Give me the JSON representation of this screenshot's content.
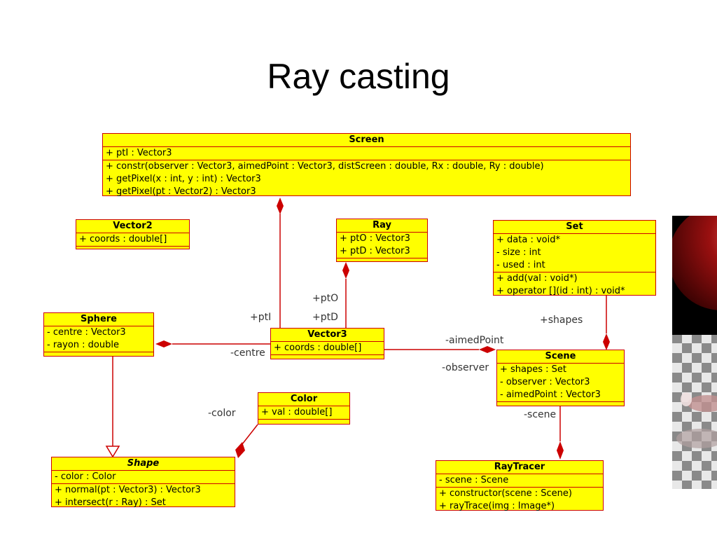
{
  "title": "Ray casting",
  "classes": {
    "screen": {
      "name": "Screen",
      "attrs": [
        "+ ptI : Vector3"
      ],
      "ops": [
        "+ constr(observer : Vector3, aimedPoint : Vector3, distScreen : double, Rx : double, Ry : double)",
        "+ getPixel(x : int, y : int) : Vector3",
        "+ getPixel(pt : Vector2) : Vector3"
      ]
    },
    "vector2": {
      "name": "Vector2",
      "attrs": [
        "+ coords : double[]"
      ],
      "ops": []
    },
    "ray": {
      "name": "Ray",
      "attrs": [
        "+ ptO : Vector3",
        "+ ptD : Vector3"
      ],
      "ops": []
    },
    "set": {
      "name": "Set",
      "attrs": [
        "+ data : void*",
        "- size : int",
        "- used : int"
      ],
      "ops": [
        "+ add(val : void*)",
        "+ operator [](id : int) : void*"
      ]
    },
    "sphere": {
      "name": "Sphere",
      "attrs": [
        "- centre : Vector3",
        "- rayon : double"
      ],
      "ops": []
    },
    "vector3": {
      "name": "Vector3",
      "attrs": [
        "+ coords : double[]"
      ],
      "ops": []
    },
    "scene": {
      "name": "Scene",
      "attrs": [
        "+ shapes : Set",
        "- observer : Vector3",
        "- aimedPoint : Vector3"
      ],
      "ops": []
    },
    "color": {
      "name": "Color",
      "attrs": [
        "+ val : double[]"
      ],
      "ops": []
    },
    "shape": {
      "name": "Shape",
      "attrs": [
        "- color : Color"
      ],
      "ops": [
        "+ normal(pt : Vector3) : Vector3",
        "+ intersect(r : Ray) : Set"
      ]
    },
    "raytracer": {
      "name": "RayTracer",
      "attrs": [
        "- scene : Scene"
      ],
      "ops": [
        "+ constructor(scene : Scene)",
        "+ rayTrace(img : Image*)"
      ]
    }
  },
  "labels": {
    "ptO": "+ptO",
    "ptD": "+ptD",
    "ptI": "+ptI",
    "shapes": "+shapes",
    "aimedPoint": "-aimedPoint",
    "observer": "-observer",
    "centre": "-centre",
    "color": "-color",
    "scene": "-scene"
  },
  "colors": {
    "class_fill": "#ffff00",
    "class_border": "#cc0000",
    "link": "#cc0000"
  }
}
